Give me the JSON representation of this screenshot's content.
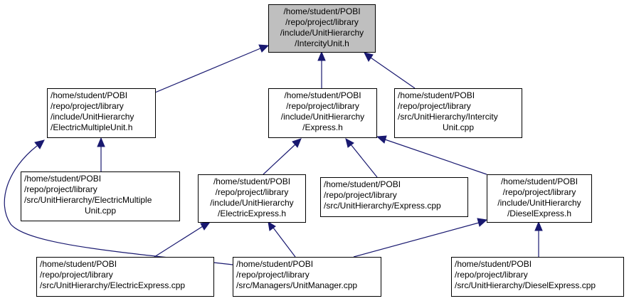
{
  "colors": {
    "edge": "#191970",
    "root_fill": "#bfbfbf",
    "node_fill": "#ffffff",
    "border": "#000000"
  },
  "nodes": {
    "intercity_h": {
      "lines": [
        "/home/student/POBI",
        "/repo/project/library",
        "/include/UnitHierarchy",
        "/IntercityUnit.h"
      ]
    },
    "electric_multiple_h": {
      "lines": [
        "/home/student/POBI",
        "/repo/project/library",
        "/include/UnitHierarchy",
        "/ElectricMultipleUnit.h"
      ]
    },
    "express_h": {
      "lines": [
        "/home/student/POBI",
        "/repo/project/library",
        "/include/UnitHierarchy",
        "/Express.h"
      ]
    },
    "intercity_cpp": {
      "lines": [
        "/home/student/POBI",
        "/repo/project/library",
        "/src/UnitHierarchy/Intercity",
        "Unit.cpp"
      ]
    },
    "electric_multiple_cpp": {
      "lines": [
        "/home/student/POBI",
        "/repo/project/library",
        "/src/UnitHierarchy/ElectricMultiple",
        "Unit.cpp"
      ]
    },
    "electric_express_h": {
      "lines": [
        "/home/student/POBI",
        "/repo/project/library",
        "/include/UnitHierarchy",
        "/ElectricExpress.h"
      ]
    },
    "express_cpp": {
      "lines": [
        "/home/student/POBI",
        "/repo/project/library",
        "/src/UnitHierarchy/Express.cpp"
      ]
    },
    "diesel_express_h": {
      "lines": [
        "/home/student/POBI",
        "/repo/project/library",
        "/include/UnitHierarchy",
        "/DieselExpress.h"
      ]
    },
    "electric_express_cpp": {
      "lines": [
        "/home/student/POBI",
        "/repo/project/library",
        "/src/UnitHierarchy/ElectricExpress.cpp"
      ]
    },
    "unit_manager_cpp": {
      "lines": [
        "/home/student/POBI",
        "/repo/project/library",
        "/src/Managers/UnitManager.cpp"
      ]
    },
    "diesel_express_cpp": {
      "lines": [
        "/home/student/POBI",
        "/repo/project/library",
        "/src/UnitHierarchy/DieselExpress.cpp"
      ]
    }
  },
  "edges": [
    {
      "from": "electric_multiple_h",
      "to": "intercity_h"
    },
    {
      "from": "express_h",
      "to": "intercity_h"
    },
    {
      "from": "intercity_cpp",
      "to": "intercity_h"
    },
    {
      "from": "electric_multiple_cpp",
      "to": "electric_multiple_h"
    },
    {
      "from": "unit_manager_cpp",
      "to": "electric_multiple_h"
    },
    {
      "from": "electric_express_h",
      "to": "express_h"
    },
    {
      "from": "express_cpp",
      "to": "express_h"
    },
    {
      "from": "diesel_express_h",
      "to": "express_h"
    },
    {
      "from": "electric_express_cpp",
      "to": "electric_express_h"
    },
    {
      "from": "unit_manager_cpp",
      "to": "electric_express_h"
    },
    {
      "from": "unit_manager_cpp",
      "to": "diesel_express_h"
    },
    {
      "from": "diesel_express_cpp",
      "to": "diesel_express_h"
    }
  ]
}
